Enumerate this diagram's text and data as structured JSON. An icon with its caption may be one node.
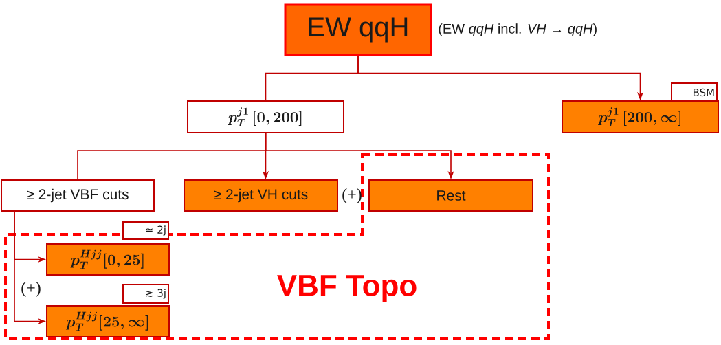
{
  "diagram": {
    "nodes": [
      {
        "text": [
          "EW qqH"
        ],
        "beside": [
          "(EW *qqH* incl. *VH* → *qqH*)"
        ]
      },
      {
        "text": [
          "\\boldsymbol{p_T^{j1}\\,[0,200]}"
        ]
      },
      {
        "text": [
          "BSM"
        ]
      },
      {
        "text": [
          "\\boldsymbol{p_T^{j1}\\,[200,\\infty]}"
        ]
      },
      {
        "text": [
          "≥ 2-jet VBF cuts"
        ]
      },
      {
        "text": [
          "≥ 2-jet VH cuts"
        ]
      },
      {
        "text": [
          "VBF Topo"
        ]
      },
      {
        "text": [
          "Rest"
        ],
        "in": 6
      },
      {
        "text": [
          "≃ 2j"
        ]
      },
      {
        "text": [
          "\\boldsymbol{p_T^{Hjj}[0,25]}"
        ],
        "in": 6
      },
      {
        "text": [
          "≳ 3j"
        ],
        "in": 6
      },
      {
        "text": [
          "\\boldsymbol{p_T^{Hjj}[25,\\infty]}"
        ],
        "in": 6
      }
    ],
    "edges": [
      {
        "from": 0,
        "to": 1,
        "arrow": "none"
      },
      {
        "from": 0,
        "to": 3,
        "arrow": "to"
      },
      {
        "from": 1,
        "to": 4,
        "arrow": "none"
      },
      {
        "from": 1,
        "to": 5,
        "arrow": "to"
      },
      {
        "from": 1,
        "to": 7,
        "arrow": "to"
      },
      {
        "from": 4,
        "to": 9,
        "arrow": "to"
      },
      {
        "from": 4,
        "to": 11,
        "arrow": "to"
      }
    ],
    "labels": [
      "(+)",
      "(+)"
    ]
  }
}
